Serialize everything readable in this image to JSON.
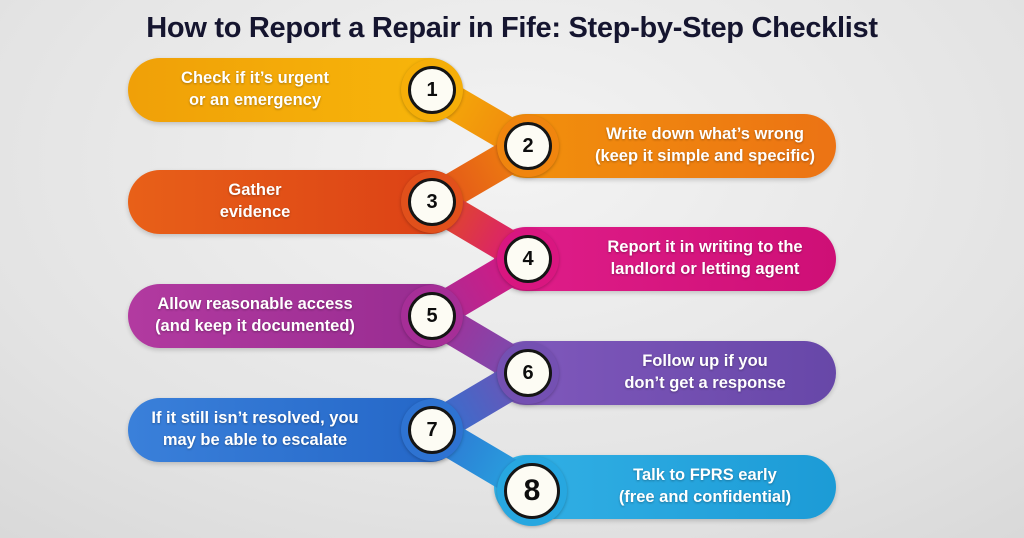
{
  "title": "How to Report a Repair in Fife: Step-by-Step Checklist",
  "steps": [
    {
      "number": "1",
      "side": "left",
      "line1": "Check if it’s urgent",
      "line2": "or an emergency",
      "color": "#F5AE08",
      "gradient": [
        "#F0A008",
        "#F8B70A"
      ]
    },
    {
      "number": "2",
      "side": "right",
      "line1": "Write down what’s wrong",
      "line2": "(keep it simple and specific)",
      "color": "#F0850E",
      "gradient": [
        "#F2920B",
        "#EC7314"
      ]
    },
    {
      "number": "3",
      "side": "left",
      "line1": "Gather",
      "line2": "evidence",
      "color": "#E1501B",
      "gradient": [
        "#E86018",
        "#DB3F16"
      ]
    },
    {
      "number": "4",
      "side": "right",
      "line1": "Report it in writing to the",
      "line2": "landlord or letting agent",
      "color": "#D91680",
      "gradient": [
        "#E01E8A",
        "#CE0F76"
      ]
    },
    {
      "number": "5",
      "side": "left",
      "line1": "Allow reasonable access",
      "line2": "(and keep it documented)",
      "color": "#A62E97",
      "gradient": [
        "#B23AA0",
        "#962B90"
      ]
    },
    {
      "number": "6",
      "side": "right",
      "line1": "Follow up if you",
      "line2": "don’t get a response",
      "color": "#7450B2",
      "gradient": [
        "#8159BD",
        "#6747A8"
      ]
    },
    {
      "number": "7",
      "side": "left",
      "line1": "If it still isn’t resolved, you",
      "line2": "may be able to escalate",
      "color": "#2E73D2",
      "gradient": [
        "#3A80DA",
        "#2365C6"
      ]
    },
    {
      "number": "8",
      "side": "right",
      "line1": "Talk to FPRS early",
      "line2": "(free and confidential)",
      "color": "#27A7E0",
      "gradient": [
        "#33B1E6",
        "#1C9BD6"
      ]
    }
  ]
}
